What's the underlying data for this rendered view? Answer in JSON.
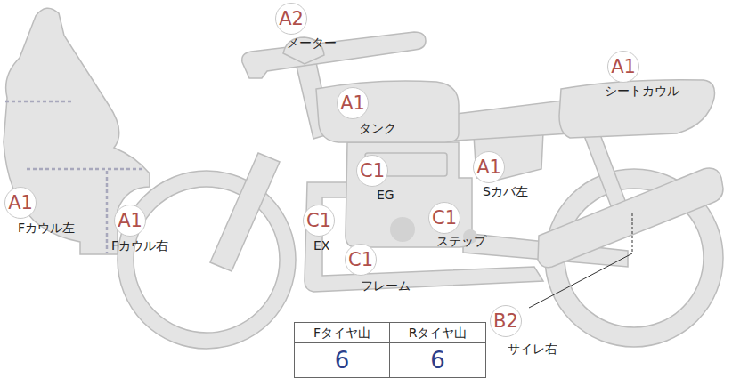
{
  "diagram": {
    "labels": [
      "A2",
      "メーター",
      "A1",
      "シートカウル",
      "A1",
      "タンク",
      "C1",
      "A1",
      "EG",
      "Sカバ左",
      "A1",
      "Fカウル左",
      "A1",
      "Fカウル右",
      "C1",
      "C1",
      "EX",
      "ステップ",
      "C1",
      "フレーム",
      "B2",
      "サイレ右",
      "Fタイヤ山",
      "Rタイヤ山",
      "6",
      "6"
    ]
  }
}
